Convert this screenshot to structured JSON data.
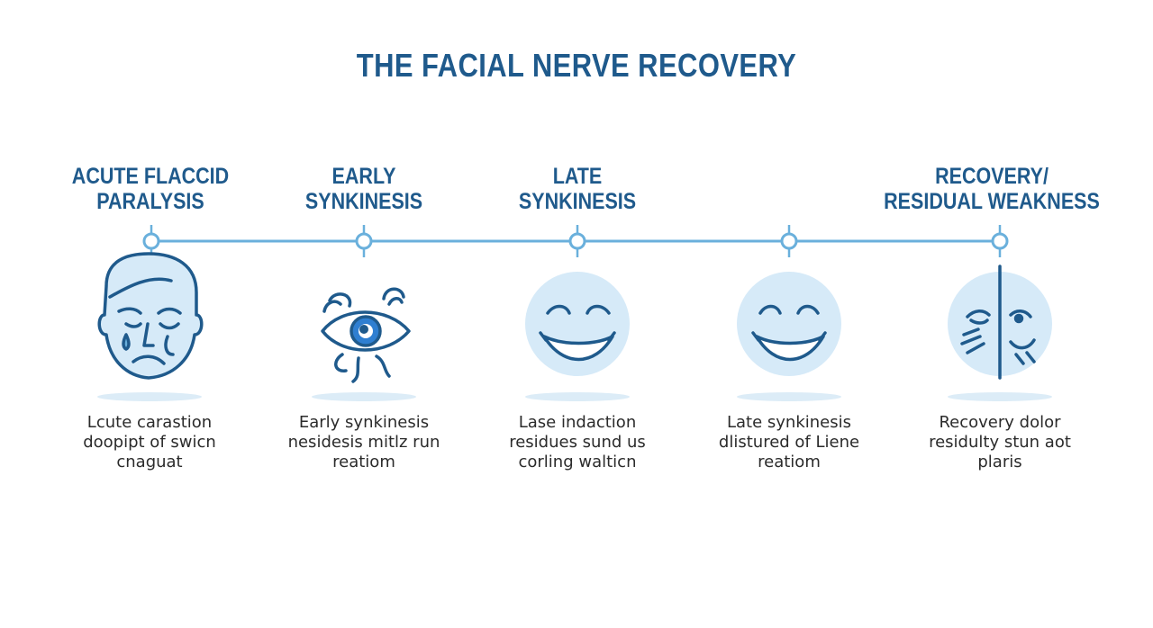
{
  "title": "THE FACIAL NERVE RECOVERY",
  "stages": [
    {
      "title": "ACUTE FLACCID\nPARALYSIS",
      "description": "Lcute carastion\ndoopipt of swicn\ncnaguat",
      "icon": "drooping-face-icon"
    },
    {
      "title": "EARLY\nSYNKINESIS",
      "description": "Early synkinesis\nnesidesis mitlz run\nreatiom",
      "icon": "twitching-eye-icon"
    },
    {
      "title": "LATE\nSYNKINESIS",
      "description": "Lase indaction\nresidues sund us\ncorling walticn",
      "icon": "smiling-face-icon"
    },
    {
      "title": "",
      "description": "Late synkinesis\ndlistured of Liene\nreatiom",
      "icon": "smiling-face-icon"
    },
    {
      "title": "RECOVERY/\nRESIDUAL WEAKNESS",
      "description": "Recovery dolor\nresidulty stun aot\nplaris",
      "icon": "half-face-icon"
    }
  ],
  "colors": {
    "title": "#1f5a8c",
    "line": "#6ab0dc",
    "icon_stroke": "#1f5a8c",
    "icon_fill": "#d6eaf8",
    "eye_iris": "#2f7fd1"
  }
}
